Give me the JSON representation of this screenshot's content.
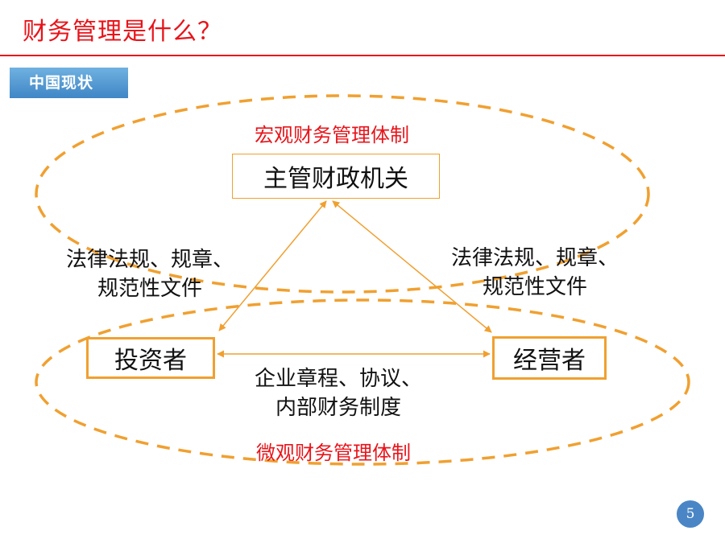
{
  "title": "财务管理是什么？",
  "section_tag": "中国现状",
  "diagram": {
    "macro_label": "宏观财务管理体制",
    "micro_label": "微观财务管理体制",
    "top_node": "主管财政机关",
    "left_node": "投资者",
    "right_node": "经营者",
    "left_edge_label": [
      "法律法规、规章、",
      "规范性文件"
    ],
    "right_edge_label": [
      "法律法规、规章、",
      "规范性文件"
    ],
    "bottom_edge_label": [
      "企业章程、协议、",
      "内部财务制度"
    ]
  },
  "page_number": "5",
  "colors": {
    "title_red": "#e8141a",
    "orange": "#f0a030",
    "tag_blue": "#4a8fd0",
    "page_badge": "#4a86c5"
  }
}
